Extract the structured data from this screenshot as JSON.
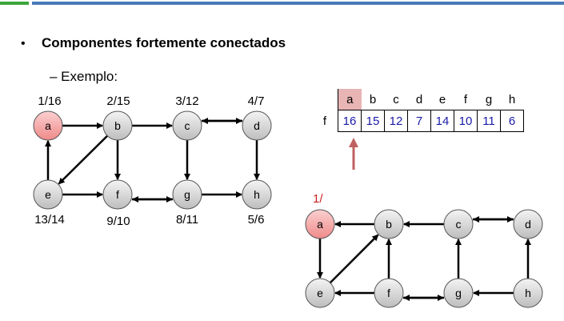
{
  "header": {
    "bullet": "•",
    "title": "Componentes fortemente conectados",
    "subtitle": "– Exemplo:"
  },
  "graph1": {
    "nodes": [
      "a",
      "b",
      "c",
      "d",
      "e",
      "f",
      "g",
      "h"
    ],
    "highlighted": "a",
    "times": {
      "a": "1/16",
      "b": "2/15",
      "c": "3/12",
      "d": "4/7",
      "e": "13/14",
      "f": "9/10",
      "g": "8/11",
      "h": "5/6"
    },
    "edges": [
      [
        "a",
        "b"
      ],
      [
        "b",
        "c"
      ],
      [
        "c",
        "d"
      ],
      [
        "d",
        "c"
      ],
      [
        "b",
        "e"
      ],
      [
        "b",
        "f"
      ],
      [
        "c",
        "g"
      ],
      [
        "d",
        "h"
      ],
      [
        "e",
        "a"
      ],
      [
        "e",
        "f"
      ],
      [
        "f",
        "g"
      ],
      [
        "g",
        "f"
      ],
      [
        "g",
        "h"
      ]
    ]
  },
  "finish_table": {
    "row_label": "f",
    "columns": [
      "a",
      "b",
      "c",
      "d",
      "e",
      "f",
      "g",
      "h"
    ],
    "values": [
      "16",
      "15",
      "12",
      "7",
      "14",
      "10",
      "11",
      "6"
    ],
    "highlighted_column": "a"
  },
  "graph2": {
    "nodes": [
      "a",
      "b",
      "c",
      "d",
      "e",
      "f",
      "g",
      "h"
    ],
    "highlighted": "a",
    "a_label": "1/",
    "edges": [
      [
        "b",
        "a"
      ],
      [
        "c",
        "b"
      ],
      [
        "d",
        "c"
      ],
      [
        "c",
        "d"
      ],
      [
        "e",
        "b"
      ],
      [
        "f",
        "b"
      ],
      [
        "g",
        "c"
      ],
      [
        "h",
        "d"
      ],
      [
        "a",
        "e"
      ],
      [
        "f",
        "e"
      ],
      [
        "g",
        "f"
      ],
      [
        "f",
        "g"
      ],
      [
        "h",
        "g"
      ]
    ]
  },
  "colors": {
    "highlight_node": "#f4a0a0",
    "node": "#d8d8d8",
    "table_values": "#1a1aa8",
    "arrow_marker": "#c06060",
    "accent_green": "#3aa63a",
    "accent_blue": "#4a7ab8"
  }
}
